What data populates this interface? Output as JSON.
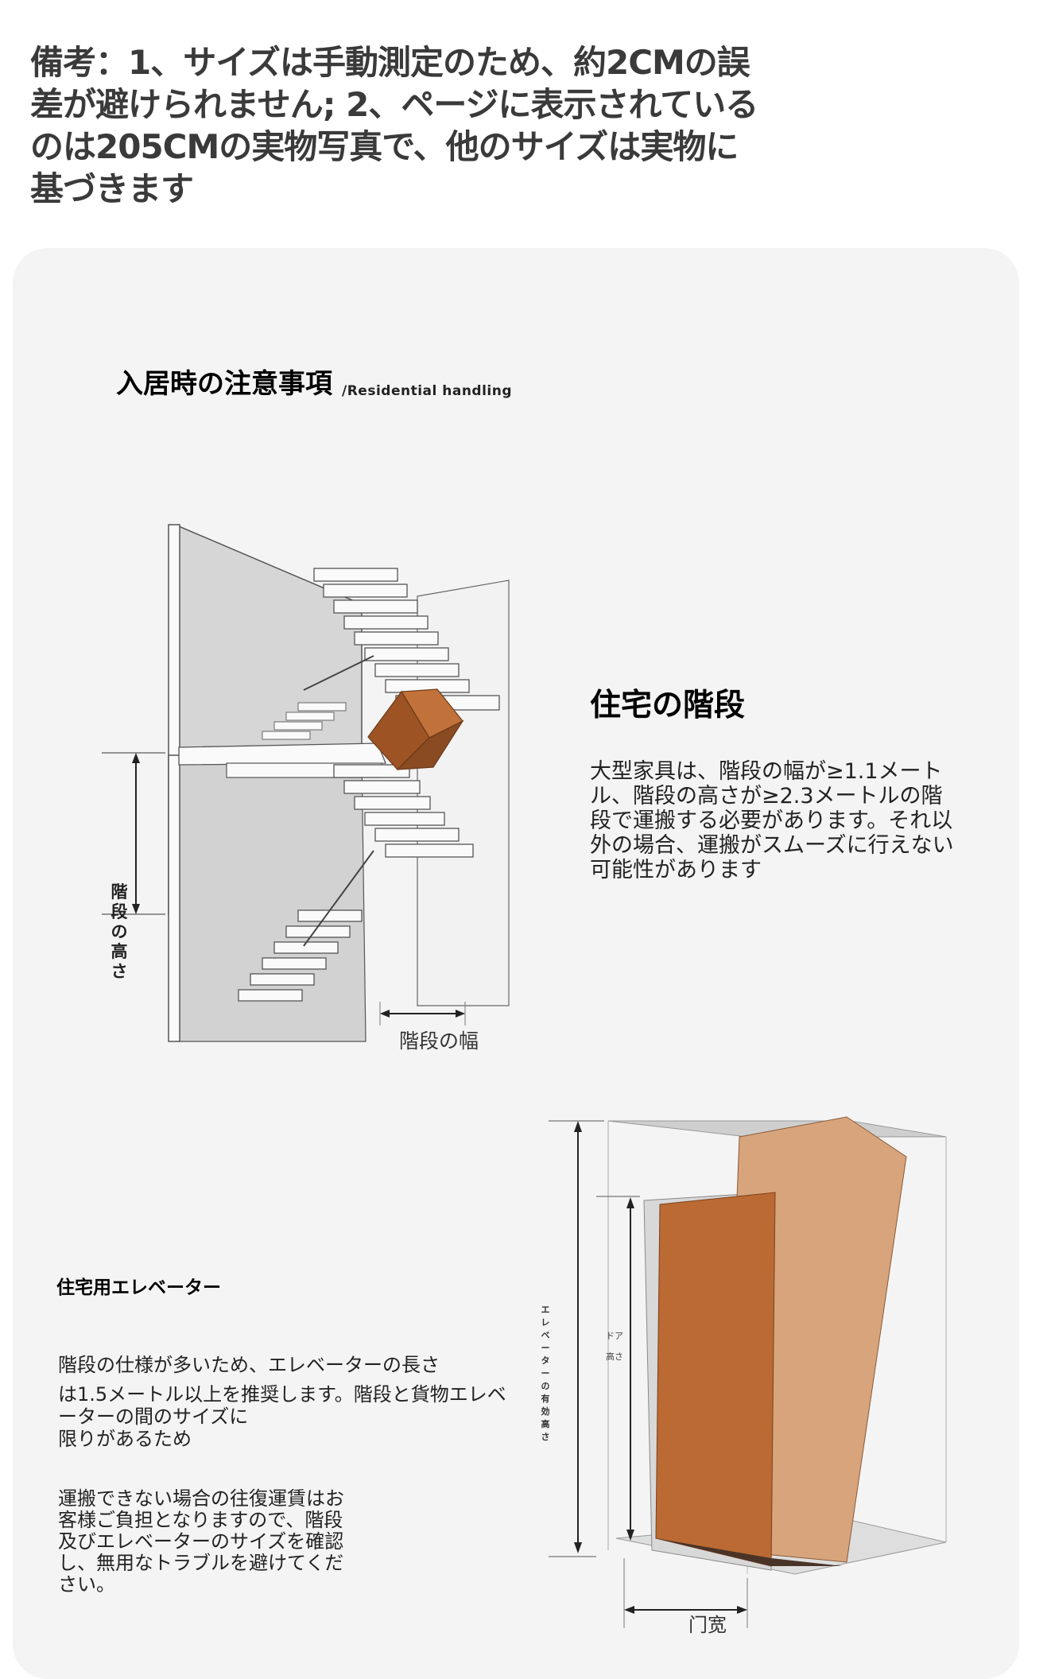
{
  "note": {
    "lines": [
      "備考：1、サイズは手動測定のため、約2CMの誤",
      "差が避けられません; 2、ページに表示されている",
      "のは205CMの実物写真で、他のサイズは実物に",
      "基づきます"
    ]
  },
  "section": {
    "title": "入居時の注意事項",
    "subtitle": "/Residential handling"
  },
  "stairs": {
    "title": "住宅の階段",
    "text": "大型家具は、階段の幅が≥1.1メートル、階段の高さが≥2.3メートルの階段で運搬する必要があります。それ以外の場合、運搬がスムーズに行えない可能性があります",
    "height_label": "階段の高さ",
    "width_label": "階段の幅"
  },
  "elevator": {
    "title": "住宅用エレベーター",
    "para1": "階段の仕様が多いため、エレベーターの長さ",
    "para2_line1": "は1.5メートル以上を推奨します。階段と貨物エレベーターの間のサイズに",
    "para2_line2": "限りがあるため",
    "para3": "運搬できない場合の往復運賃はお客様ご負担となりますので、階段及びエレベーターのサイズを確認し、無用なトラブルを避けてください。",
    "effective_height_label": "エレベーターの有効高さ",
    "door_height_label": "ドア高さ",
    "door_width_label": "门宽"
  },
  "colors": {
    "card_bg": "#f4f4f4",
    "box_orange": "#b8652e",
    "box_light": "#d9a57c",
    "wall_gray": "#d4d4d4"
  }
}
